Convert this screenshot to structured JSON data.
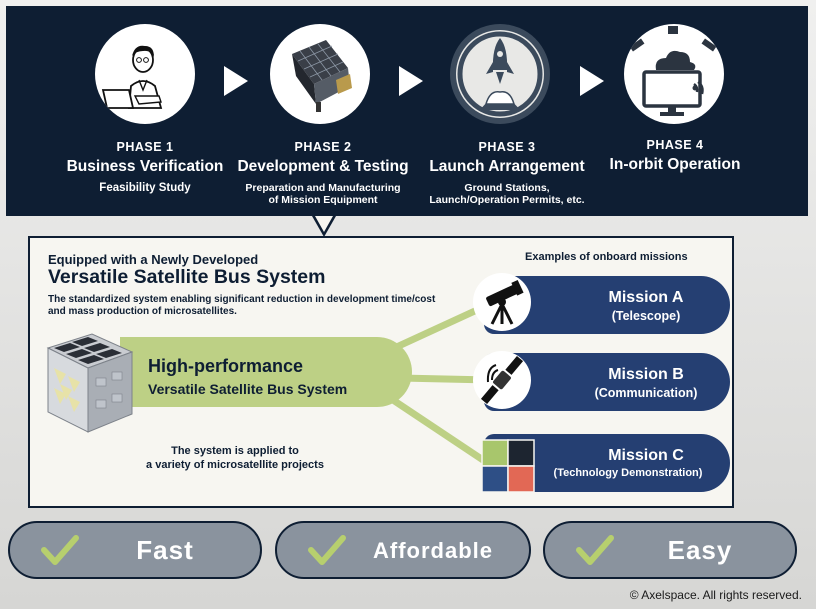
{
  "phases": [
    {
      "number": "PHASE 1",
      "name": "Business Verification",
      "sub": [
        "Feasibility Study"
      ],
      "icon": "person-at-laptop-icon"
    },
    {
      "number": "PHASE 2",
      "name": "Development & Testing",
      "sub": [
        "Preparation and Manufacturing",
        "of Mission Equipment"
      ],
      "icon": "satellite-icon"
    },
    {
      "number": "PHASE 3",
      "name": "Launch Arrangement",
      "sub": [
        "Ground Stations,",
        "Launch/Operation Permits, etc."
      ],
      "icon": "rocket-icon"
    },
    {
      "number": "PHASE 4",
      "name": "In-orbit Operation",
      "sub": [],
      "icon": "monitor-cloud-icon"
    }
  ],
  "bus": {
    "equipped": "Equipped with a Newly Developed",
    "title": "Versatile Satellite Bus System",
    "desc_1": "The standardized system enabling significant reduction in development time/cost",
    "desc_2": "and mass production of microsatellites.",
    "pill_1": "High-performance",
    "pill_2": "Versatile Satellite Bus System",
    "applied_1": "The system is applied to",
    "applied_2": "a variety of microsatellite projects"
  },
  "missions": {
    "heading": "Examples of onboard missions",
    "items": [
      {
        "name": "Mission A",
        "sub": "(Telescope)",
        "icon": "telescope-icon"
      },
      {
        "name": "Mission B",
        "sub": "(Communication)",
        "icon": "communication-satellite-icon"
      },
      {
        "name": "Mission C",
        "sub": "(Technology Demonstration)",
        "icon": "cubes-icon"
      }
    ]
  },
  "benefits": [
    "Fast",
    "Affordable",
    "Easy"
  ],
  "copyright": "© Axelspace. All rights reserved.",
  "colors": {
    "navy": "#0e1e33",
    "mission_blue": "#253f72",
    "green": "#bdd085",
    "check_green": "#b7cf6e",
    "bar_gray": "#8a939e"
  }
}
